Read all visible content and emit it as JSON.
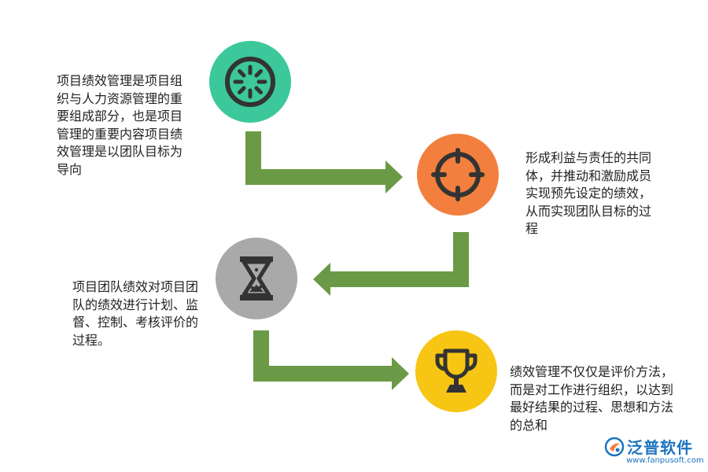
{
  "colors": {
    "step1": "#3cc89a",
    "step2": "#f27f3d",
    "step3": "#a9a9a9",
    "step4": "#f7c514",
    "arrow": "#6a9a45",
    "icon": "#333333",
    "logo": "#1c74c0"
  },
  "steps": [
    {
      "icon": "loading-dial-icon",
      "text": "项目绩效管理是项目组织与人力资源管理的重要组成部分，也是项目管理的重要内容项目绩效管理是以团队目标为导向"
    },
    {
      "icon": "crosshair-target-icon",
      "text": "形成利益与责任的共同体，并推动和激励成员实现预先设定的绩效，从而实现团队目标的过程"
    },
    {
      "icon": "hourglass-icon",
      "text": "项目团队绩效对项目团队的绩效进行计划、监督、控制、考核评价的过程。"
    },
    {
      "icon": "trophy-icon",
      "text": "绩效管理不仅仅是评价方法，而是对工作进行组织，以达到最好结果的过程、思想和方法的总和"
    }
  ],
  "logo": {
    "name": "泛普软件",
    "url": "www.fanpusoft.com"
  }
}
